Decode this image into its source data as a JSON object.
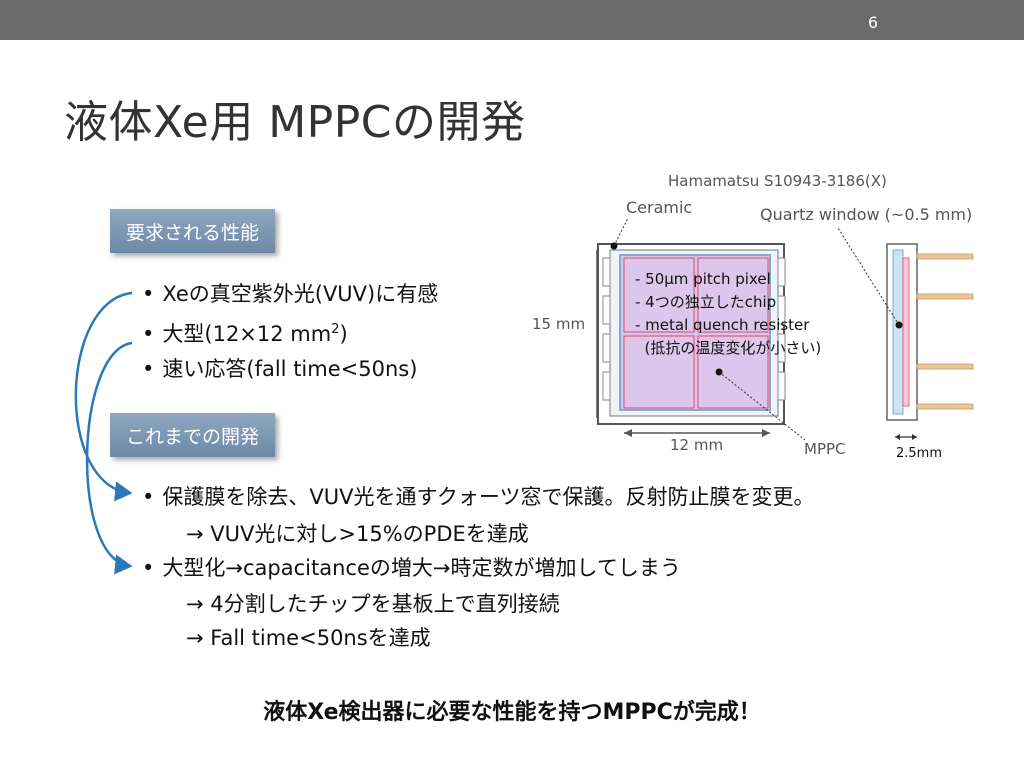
{
  "page_number": "6",
  "title": "液体Xe用 MPPCの開発",
  "requirements": {
    "label": "要求される性能",
    "items": [
      "Xeの真空紫外光(VUV)に有感",
      "大型(12×12 mm",
      "速い応答(fall time<50ns)"
    ],
    "superscript": "2",
    "close_paren": ")"
  },
  "development": {
    "label": "これまでの開発",
    "item1": "保護膜を除去、VUV光を通すクォーツ窓で保護。反射防止膜を変更。",
    "item1_sub": "VUV光に対し>15%のPDEを達成",
    "item2_a": "大型化",
    "item2_b": "capacitanceの増大",
    "item2_c": "時定数が増加してしまう",
    "item2_sub1": "4分割したチップを基板上で直列接続",
    "item2_sub2": "Fall time<50nsを達成",
    "arrow_glyph": "→"
  },
  "diagram": {
    "product": "Hamamatsu S10943-3186(X)",
    "ceramic": "Ceramic",
    "quartz": "Quartz window (~0.5 mm)",
    "height_dim": "15 mm",
    "width_dim": "12 mm",
    "mppc": "MPPC",
    "thickness_dim": "2.5mm",
    "notes": [
      "- 50μm pitch pixel",
      "- 4つの独立したchip",
      "- metal quench resister",
      "  (抵抗の温度変化が小さい)"
    ]
  },
  "conclusion": "液体Xe検出器に必要な性能を持つMPPCが完成！",
  "colors": {
    "topbar": "#6b6b6b",
    "label_bg": "#7a94b2",
    "connector": "#2a78b8",
    "chip_fill": "#dcc6ec",
    "chip_border": "#e04a6a"
  }
}
